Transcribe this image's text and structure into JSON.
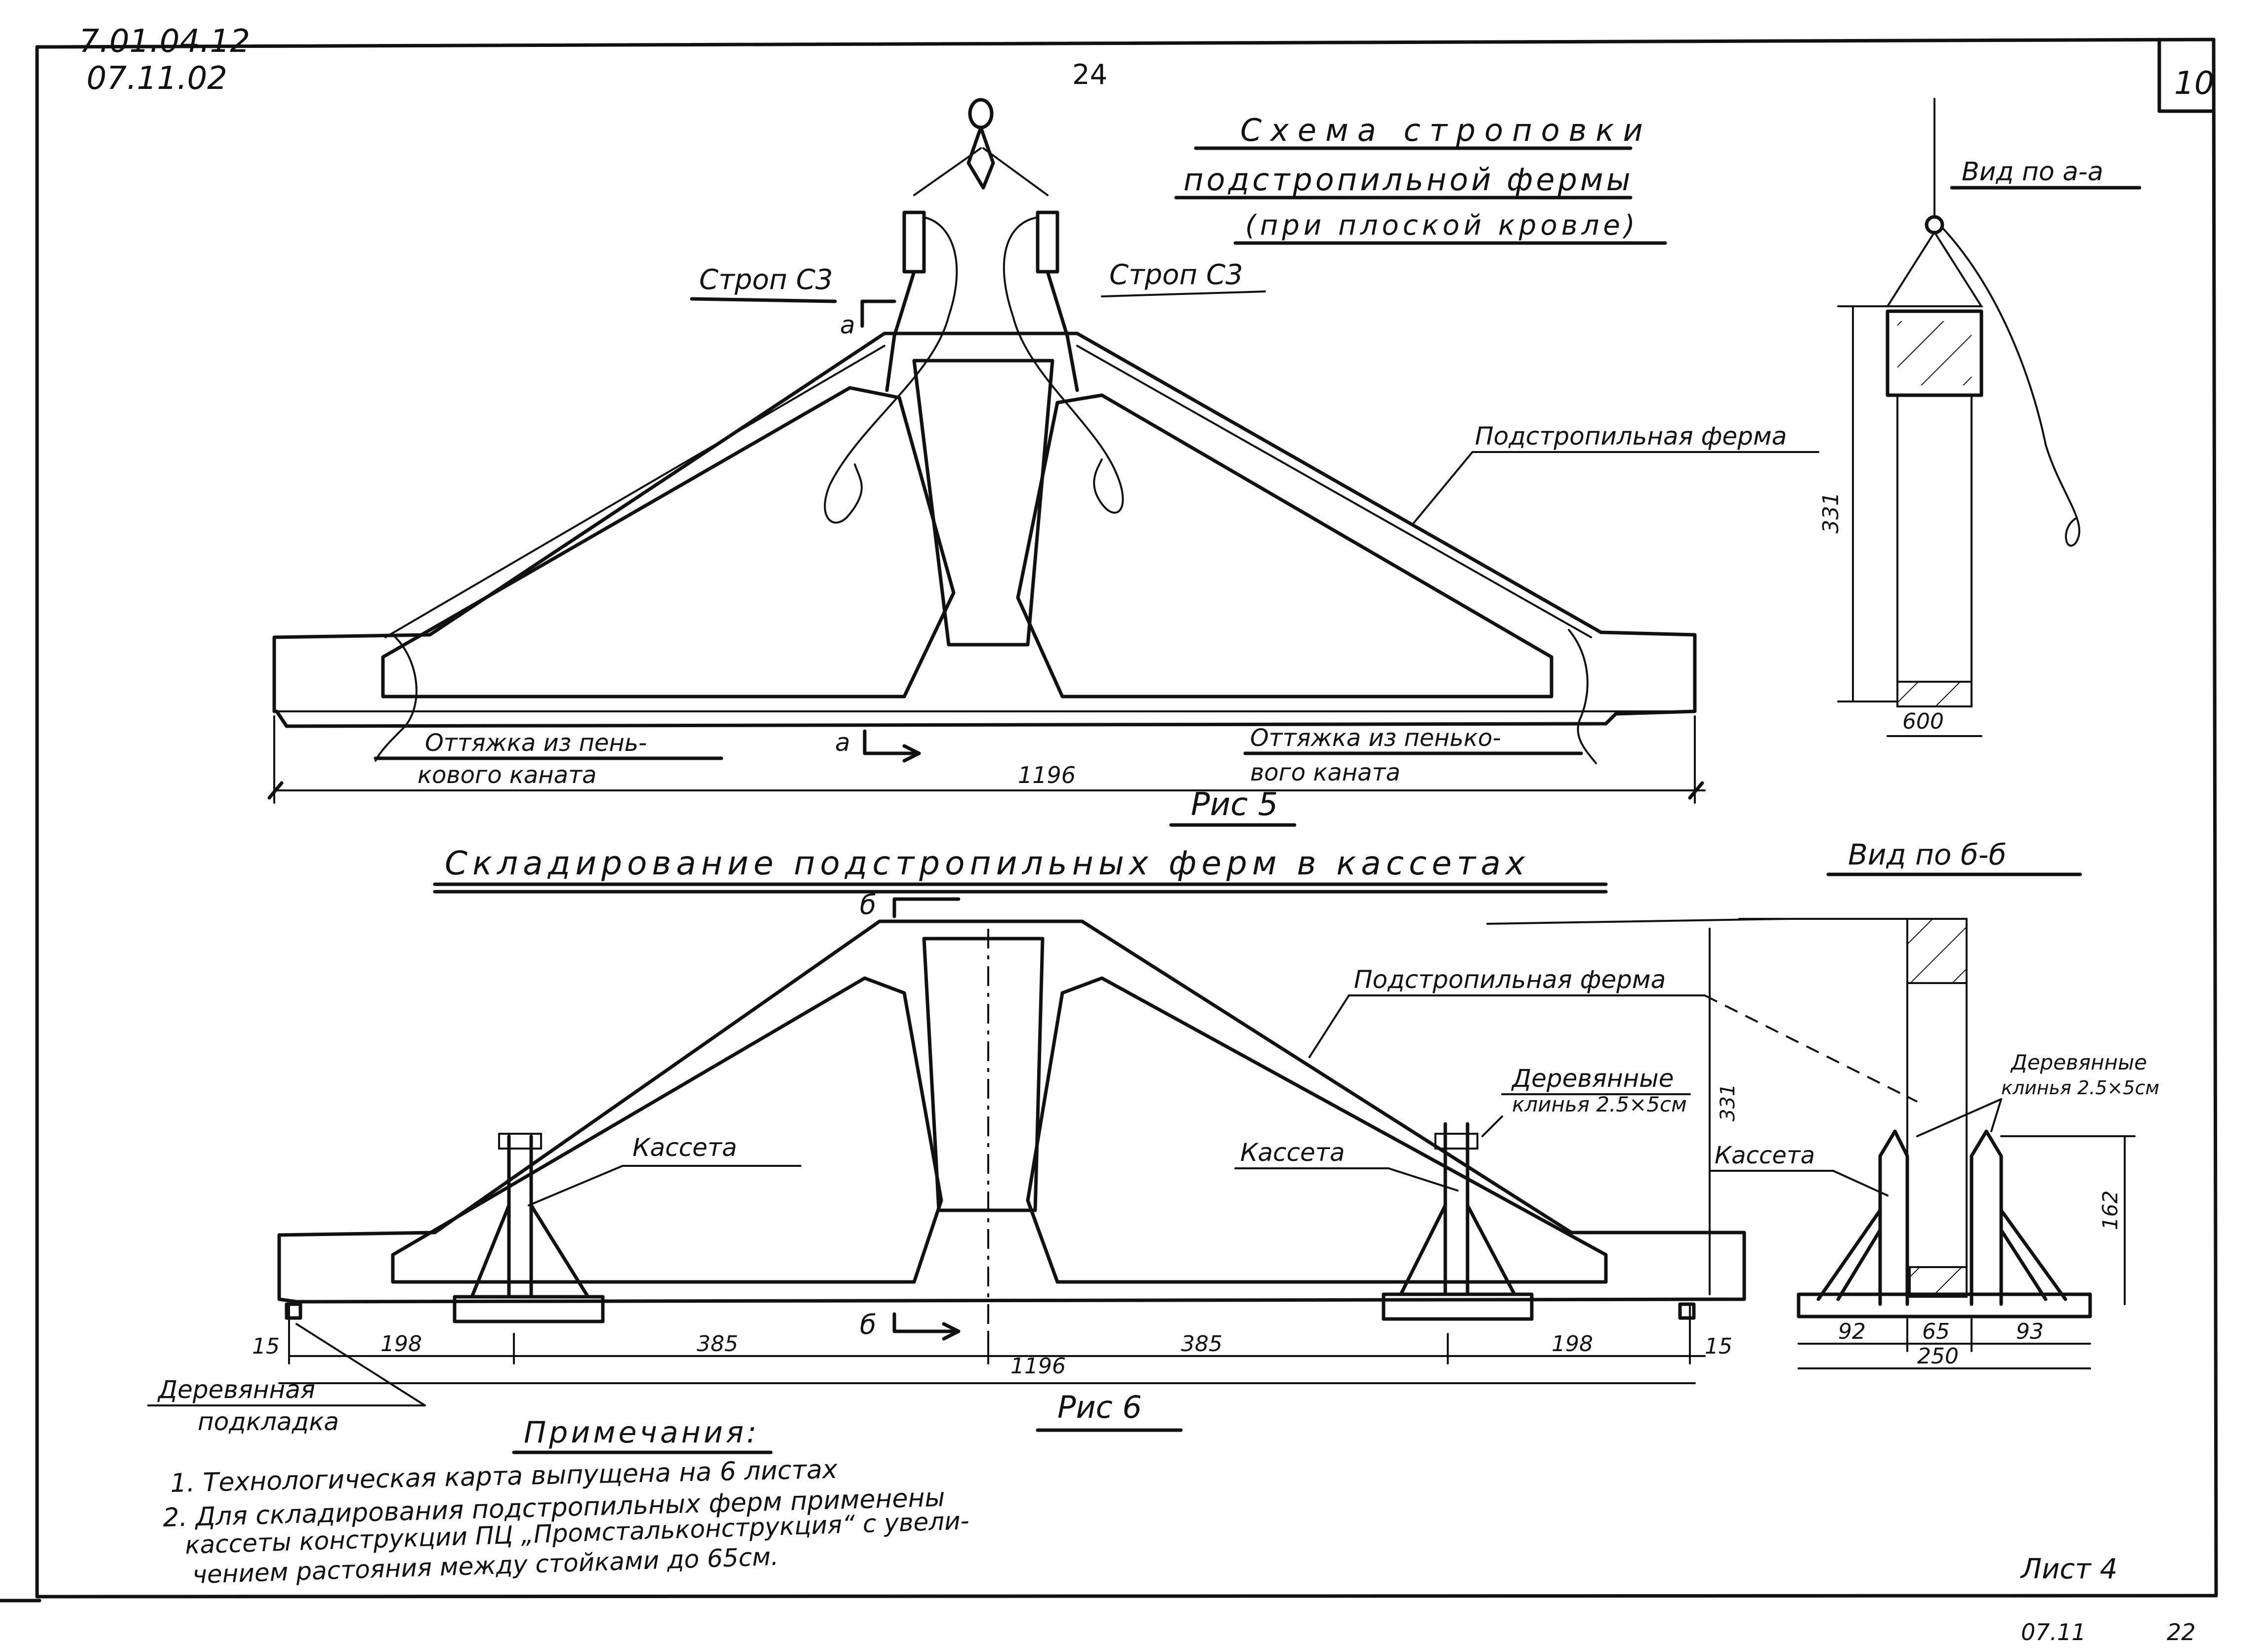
{
  "codes": {
    "line1": "7.01.04.12",
    "line2": "07.11.02"
  },
  "page_number": "24",
  "sheet_corner": "10",
  "fig5": {
    "title_line1": "Схема строповки",
    "title_line2": "подстропильной фермы",
    "title_line3": "(при плоской кровле)",
    "sling_left": "Строп С3",
    "sling_right": "Строп С3",
    "truss_label": "Подстропильная ферма",
    "guy_left_1": "Оттяжка из пень-",
    "guy_left_2": "кового каната",
    "guy_right_1": "Оттяжка из пенько-",
    "guy_right_2": "вого каната",
    "section_mark": "а",
    "dim_length": "1196",
    "caption": "Рис 5",
    "view_title": "Вид по а-а",
    "view_height": "331",
    "view_width": "600"
  },
  "fig6": {
    "title": "Складирование подстропильных ферм в кассетах",
    "truss_label": "Подстропильная ферма",
    "wedges_1": "Деревянные",
    "wedges_2": "клинья 2.5×5см",
    "cassette_left": "Кассета",
    "cassette_right": "Кассета",
    "section_mark": "б",
    "height": "331",
    "dims": [
      "15",
      "198",
      "385",
      "385",
      "198",
      "15"
    ],
    "dim_total": "1196",
    "pad_1": "Деревянная",
    "pad_2": "подкладка",
    "caption": "Рис 6",
    "view_title": "Вид по б-б",
    "view_wedges_1": "Деревянные",
    "view_wedges_2": "клинья 2.5×5см",
    "view_cassette": "Кассета",
    "view_height": "162",
    "view_dims": [
      "92",
      "65",
      "93"
    ],
    "view_total": "250"
  },
  "notes": {
    "heading": "Примечания:",
    "items": [
      "1. Технологическая карта выпущена на 6 листах",
      "2. Для складирования подстропильных ферм применены",
      "кассеты конструкции ПЦ „Промстальконструкция“ с увели-",
      "чением растояния между стойками до 65см."
    ]
  },
  "sheet_label": "Лист 4",
  "footer_left": "07.11",
  "footer_right": "22"
}
